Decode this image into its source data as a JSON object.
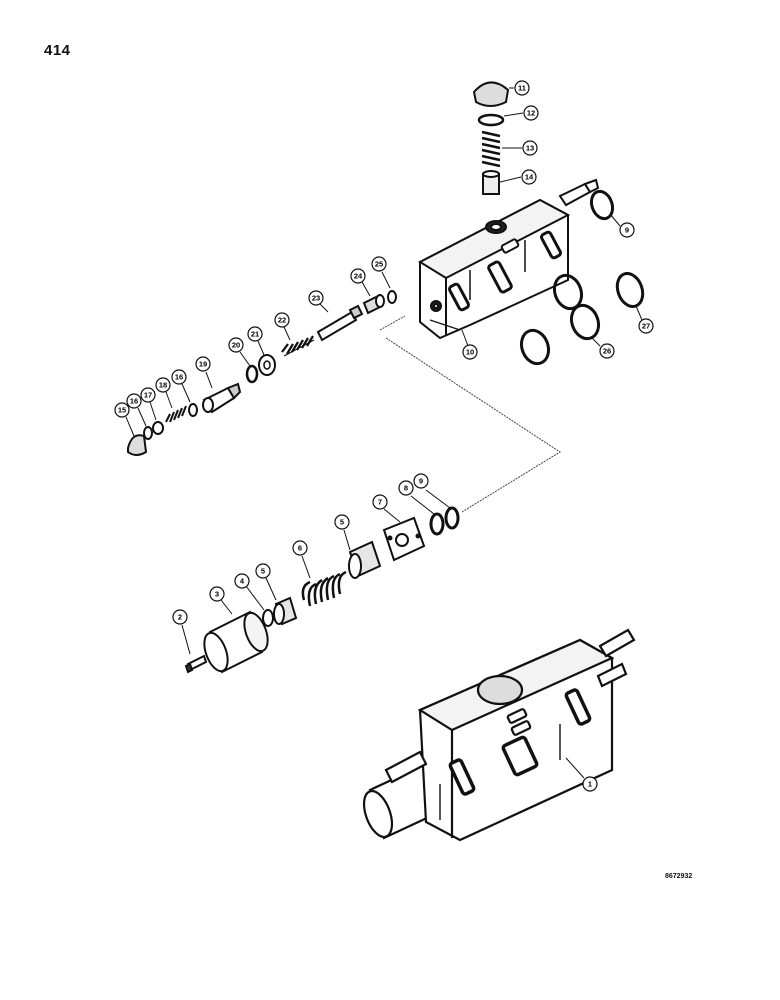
{
  "page": {
    "number": "414",
    "drawing_code": "8672932"
  },
  "callouts": [
    "11",
    "12",
    "13",
    "14",
    "9",
    "10",
    "27",
    "26",
    "25",
    "24",
    "23",
    "22",
    "21",
    "20",
    "19",
    "16",
    "18",
    "17",
    "16",
    "15",
    "9",
    "8",
    "7",
    "5",
    "6",
    "5",
    "4",
    "3",
    "2",
    "1"
  ],
  "colors": {
    "ink": "#111111",
    "paper": "#ffffff"
  }
}
